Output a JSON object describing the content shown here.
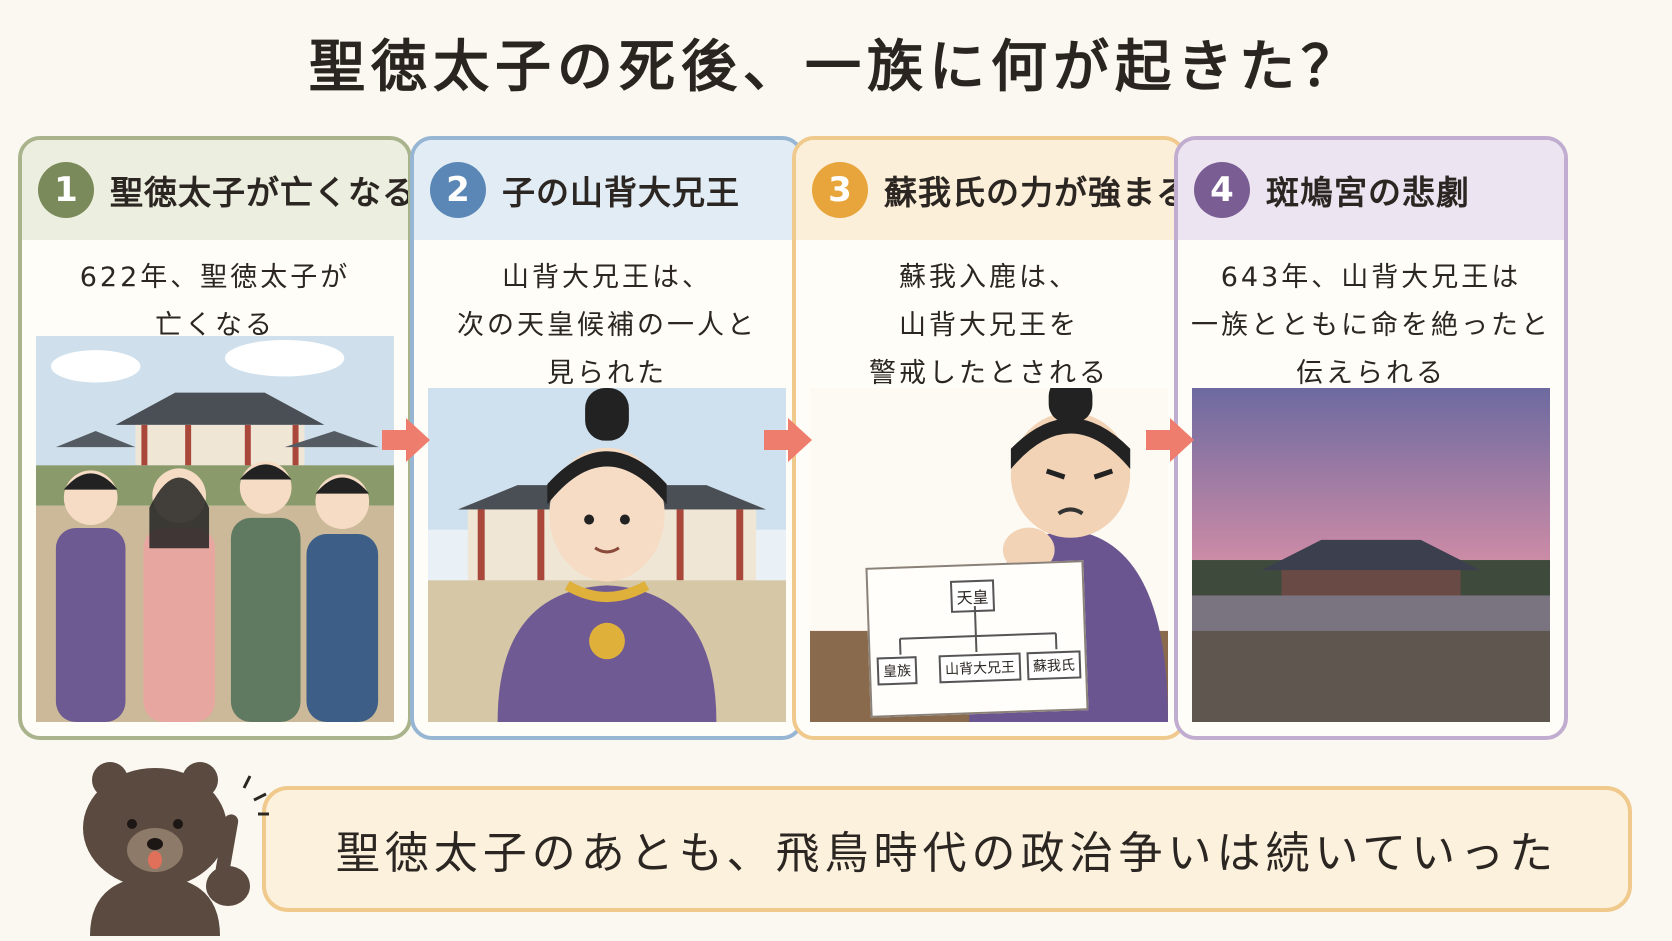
{
  "title": "聖徳太子の死後、一族に何が起きた？",
  "colors": {
    "panel1": "#7a8a5a",
    "panel2": "#5b87b7",
    "panel3": "#e8a53c",
    "panel4": "#7a5e93",
    "arrow": "#ee7d6d"
  },
  "panels": [
    {
      "number": "1",
      "heading": "聖徳太子が亡くなる",
      "lines": [
        "622年、聖徳太子が",
        "亡くなる"
      ]
    },
    {
      "number": "2",
      "heading": "子の山背大兄王",
      "lines": [
        "山背大兄王は、",
        "次の天皇候補の一人と",
        "見られた"
      ]
    },
    {
      "number": "3",
      "heading": "蘇我氏の力が強まる",
      "lines": [
        "蘇我入鹿は、",
        "山背大兄王を",
        "警戒したとされる"
      ]
    },
    {
      "number": "4",
      "heading": "斑鳩宮の悲劇",
      "lines": [
        "643年、山背大兄王は",
        "一族とともに命を絶ったと",
        "伝えられる"
      ]
    }
  ],
  "chart_labels": {
    "top": "天皇",
    "left": "皇族",
    "middle": "山背大兄王",
    "right": "蘇我氏"
  },
  "conclusion": "聖徳太子のあとも、飛鳥時代の政治争いは続いていった",
  "icons": [
    "right-arrow-icon",
    "bear-mascot-icon",
    "exclamation-marks-icon"
  ]
}
